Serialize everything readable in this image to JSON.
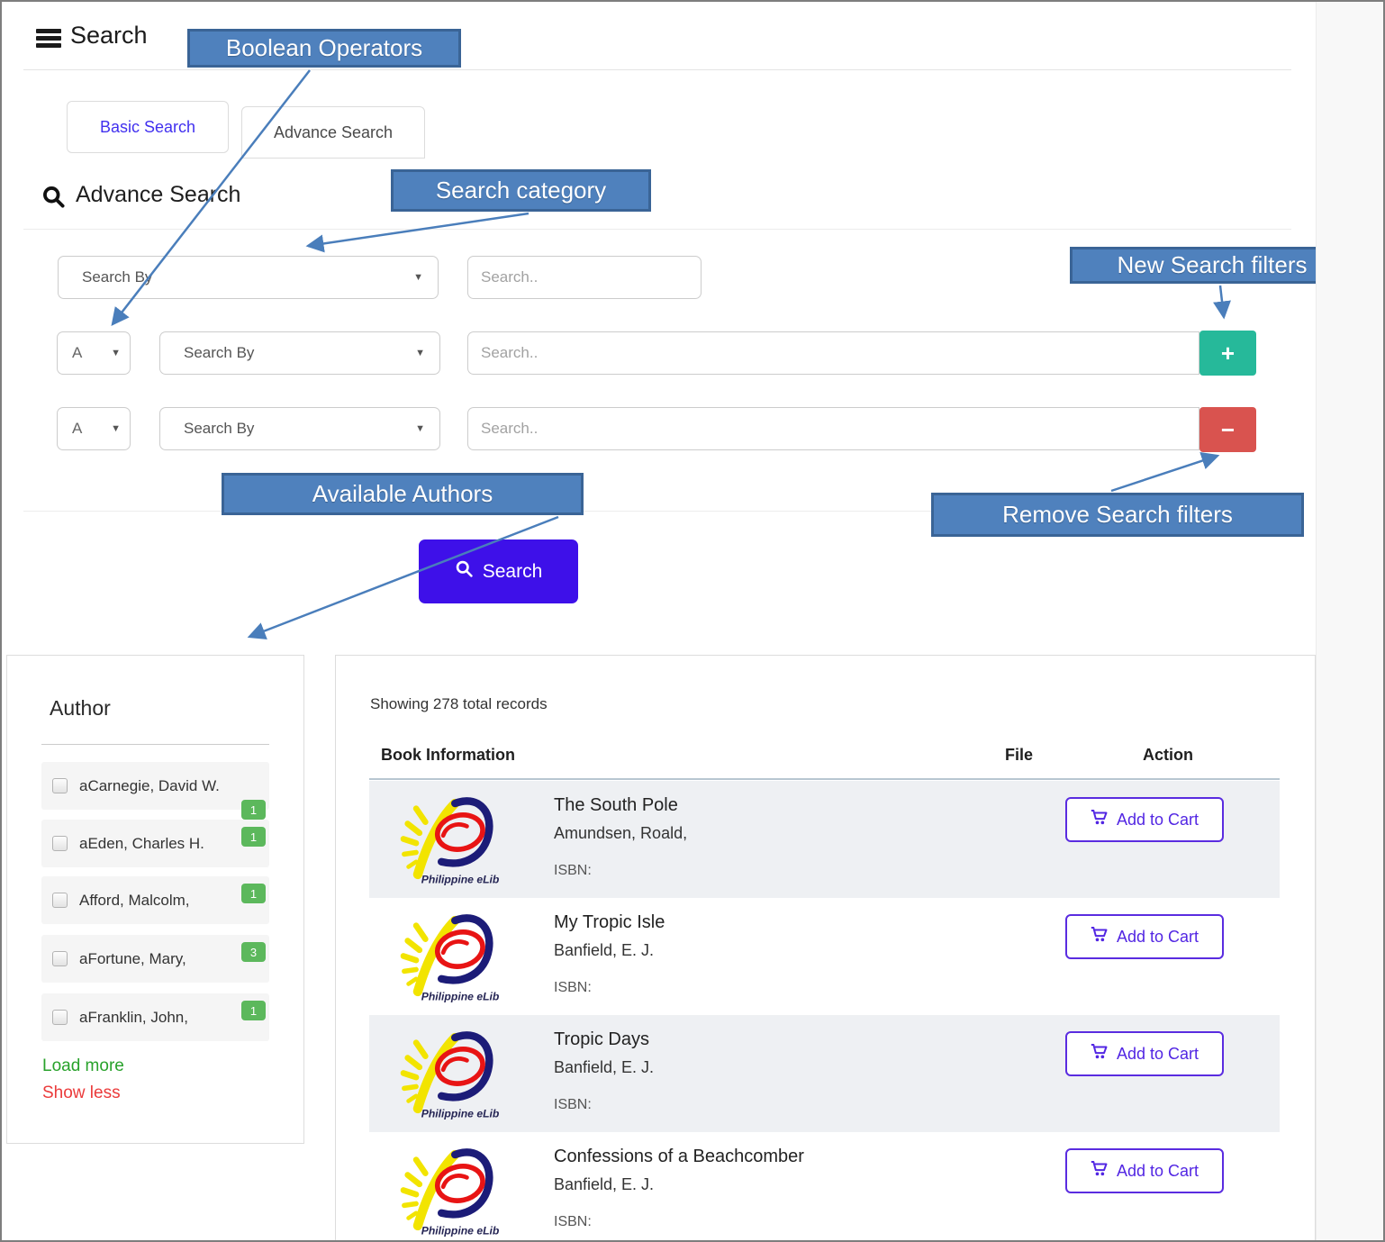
{
  "header": {
    "title": "Search"
  },
  "tabs": {
    "basic": "Basic Search",
    "advance": "Advance Search"
  },
  "advance_search": {
    "heading": "Advance Search",
    "select_placeholder": "Search By",
    "input_placeholder": "Search..",
    "operator_value": "A",
    "add_label": "+",
    "remove_label": "−",
    "search_button": "Search"
  },
  "icons": {
    "caret": "▼"
  },
  "callouts": {
    "boolean_operators": "Boolean Operators",
    "search_category": "Search category",
    "new_search_filters": "New Search filters",
    "available_authors": "Available Authors",
    "remove_search_filters": "Remove Search filters"
  },
  "sidebar": {
    "heading": "Author",
    "items": [
      {
        "label": "aCarnegie, David W.",
        "count": "1"
      },
      {
        "label": "aEden, Charles H.",
        "count": "1"
      },
      {
        "label": "Afford, Malcolm,",
        "count": "1"
      },
      {
        "label": "aFortune, Mary,",
        "count": "3"
      },
      {
        "label": "aFranklin, John,",
        "count": "1"
      }
    ],
    "load_more": "Load more",
    "show_less": "Show less"
  },
  "results": {
    "summary": "Showing 278 total records",
    "columns": {
      "book": "Book Information",
      "file": "File",
      "action": "Action"
    },
    "logo_text": "Philippine eLib",
    "isbn_label": "ISBN:",
    "add_to_cart": "Add to Cart",
    "rows": [
      {
        "title": "The South Pole",
        "author": "Amundsen, Roald,"
      },
      {
        "title": "My Tropic Isle",
        "author": "Banfield, E. J."
      },
      {
        "title": "Tropic Days",
        "author": "Banfield, E. J."
      },
      {
        "title": "Confessions of a Beachcomber",
        "author": "Banfield, E. J."
      }
    ]
  },
  "colors": {
    "callout_blue": "#4f81bd",
    "arrow_blue": "#4a7ebb",
    "add_green": "#26b99a",
    "remove_red": "#d9534f",
    "search_button_purple": "#3e10e9",
    "cart_purple": "#5a2ce0",
    "badge_green": "#5cb85c",
    "load_more_green": "#28a22b",
    "show_less_red": "#eb3b3b"
  }
}
